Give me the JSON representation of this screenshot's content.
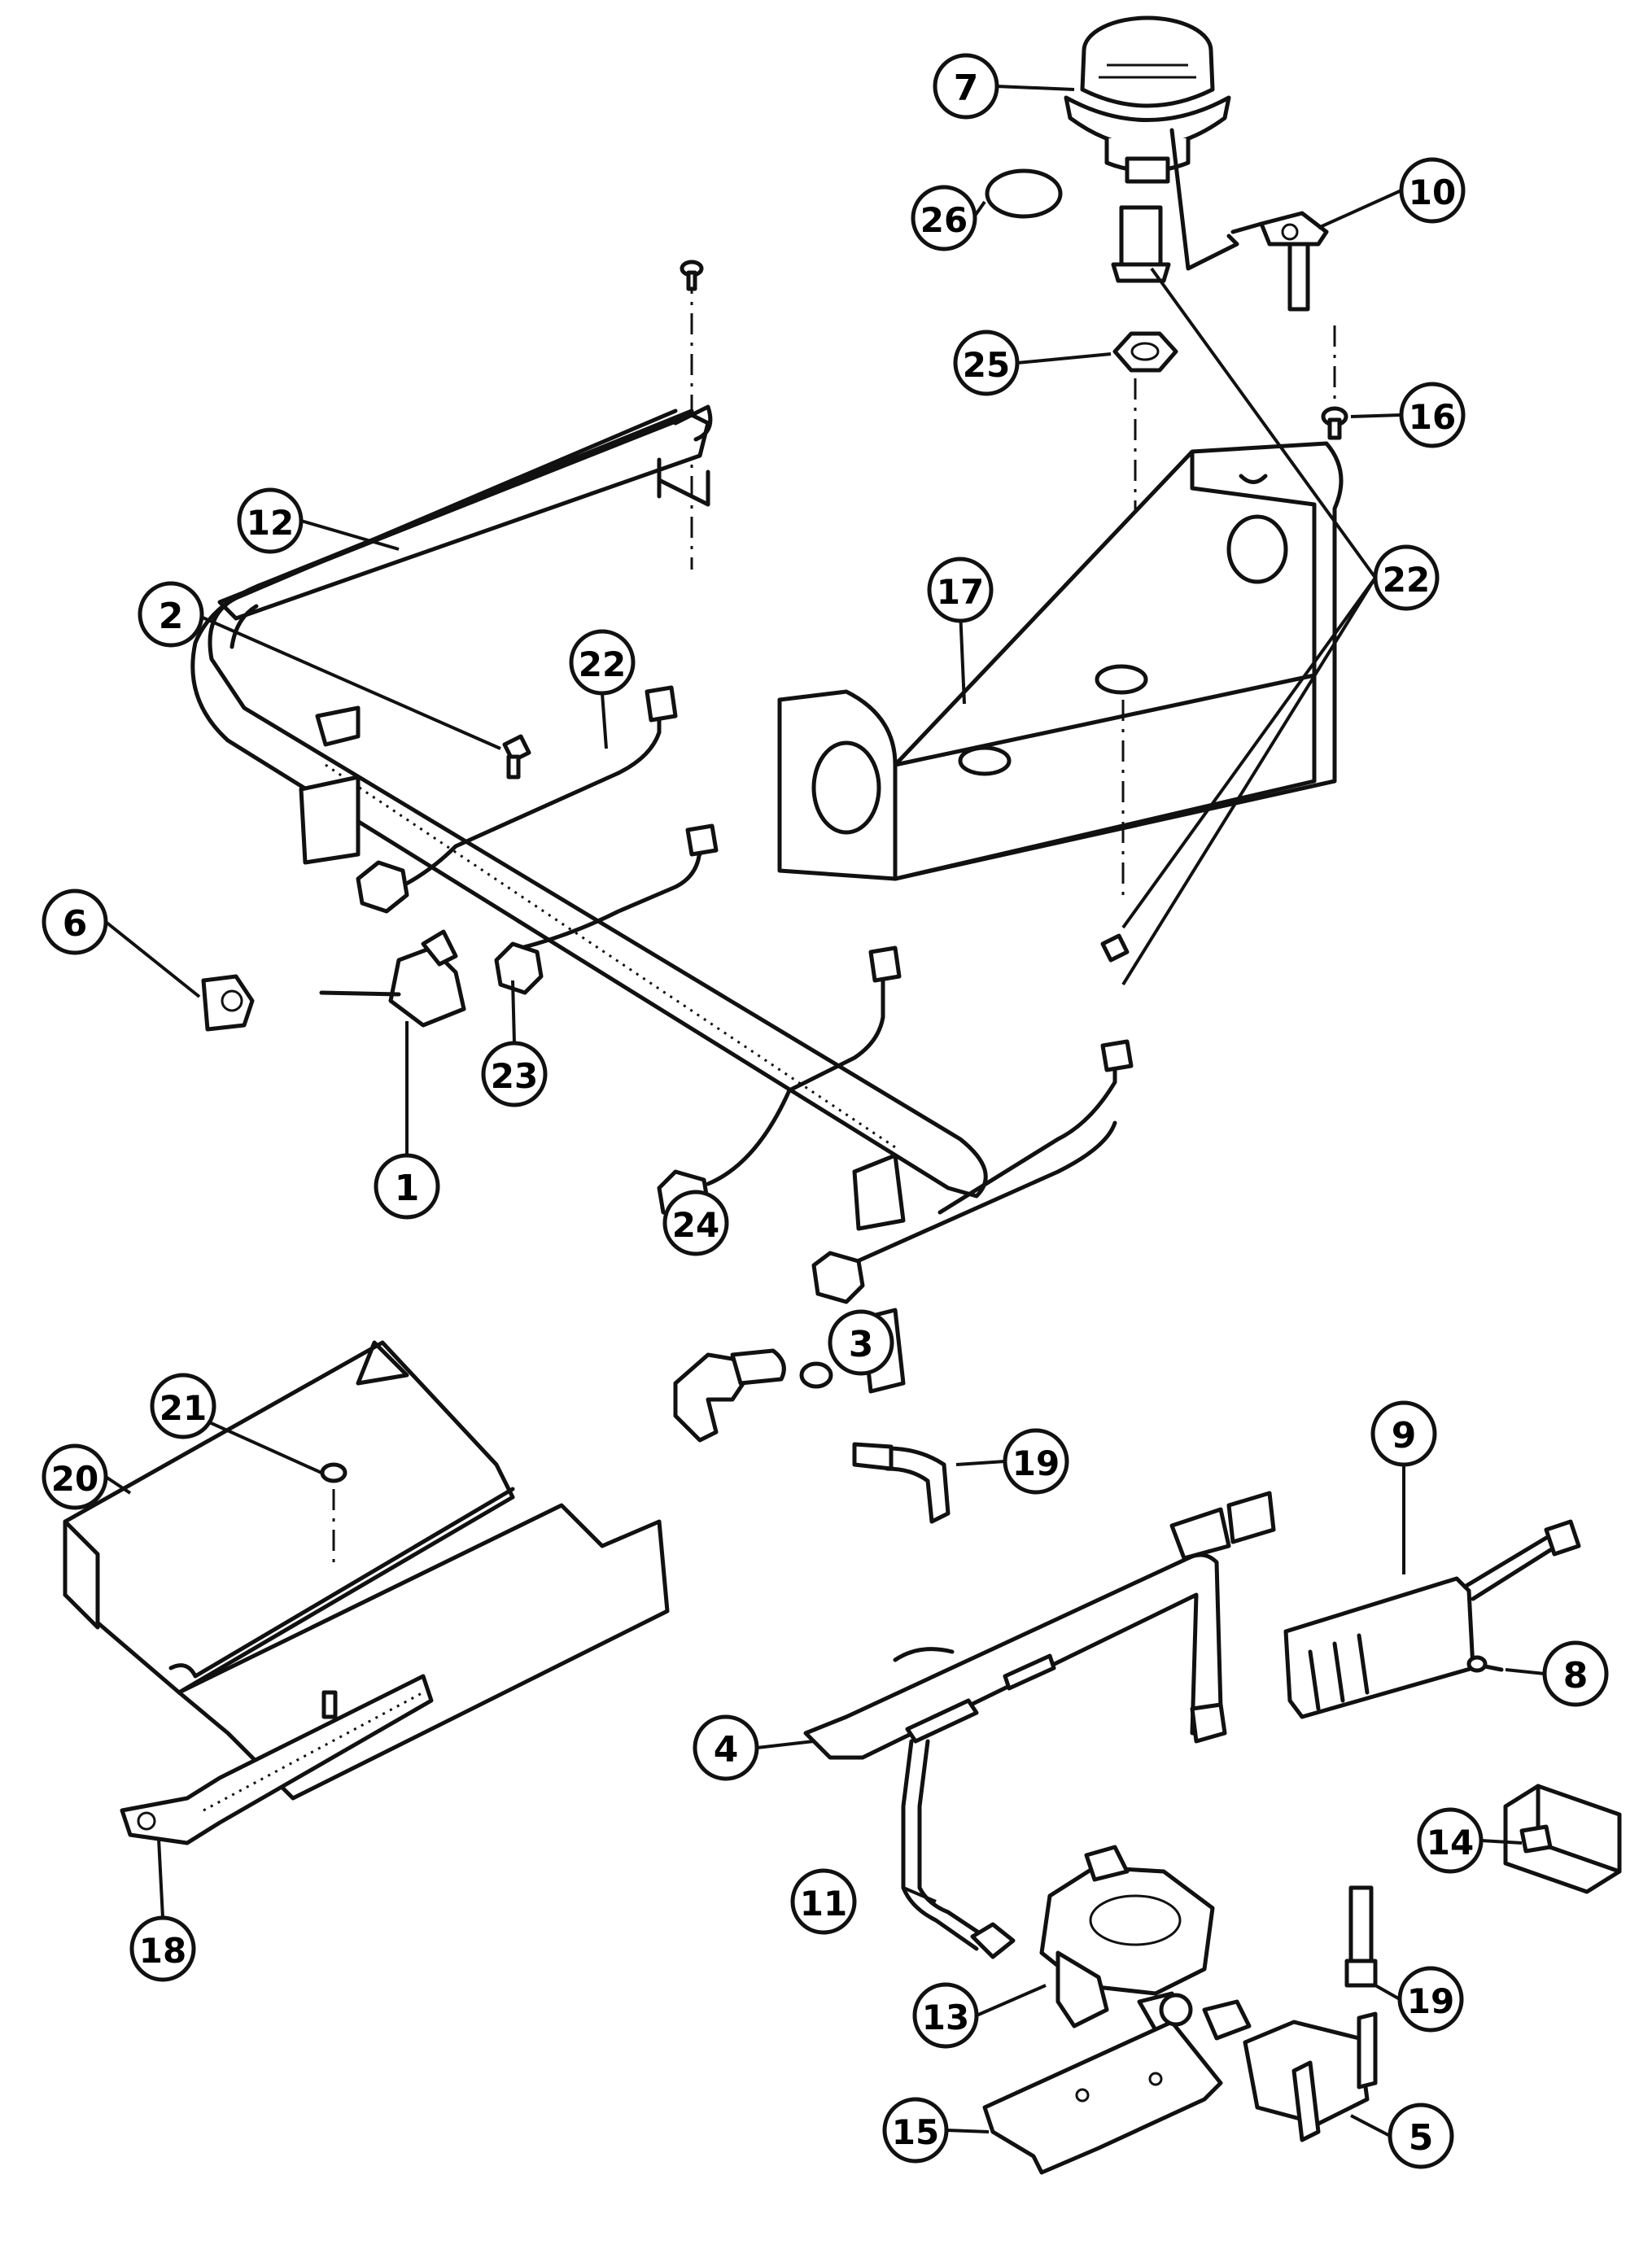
{
  "diagram": {
    "callouts": [
      {
        "id": "c7",
        "label": "7"
      },
      {
        "id": "c26",
        "label": "26"
      },
      {
        "id": "c10",
        "label": "10"
      },
      {
        "id": "c25",
        "label": "25"
      },
      {
        "id": "c16",
        "label": "16"
      },
      {
        "id": "c12",
        "label": "12"
      },
      {
        "id": "c22a",
        "label": "22"
      },
      {
        "id": "c2",
        "label": "2"
      },
      {
        "id": "c17",
        "label": "17"
      },
      {
        "id": "c22b",
        "label": "22"
      },
      {
        "id": "c6",
        "label": "6"
      },
      {
        "id": "c23",
        "label": "23"
      },
      {
        "id": "c1",
        "label": "1"
      },
      {
        "id": "c24",
        "label": "24"
      },
      {
        "id": "c3",
        "label": "3"
      },
      {
        "id": "c21",
        "label": "21"
      },
      {
        "id": "c20",
        "label": "20"
      },
      {
        "id": "c19a",
        "label": "19"
      },
      {
        "id": "c9",
        "label": "9"
      },
      {
        "id": "c8",
        "label": "8"
      },
      {
        "id": "c4",
        "label": "4"
      },
      {
        "id": "c14",
        "label": "14"
      },
      {
        "id": "c18",
        "label": "18"
      },
      {
        "id": "c11",
        "label": "11"
      },
      {
        "id": "c13",
        "label": "13"
      },
      {
        "id": "c19b",
        "label": "19"
      },
      {
        "id": "c15",
        "label": "15"
      },
      {
        "id": "c5",
        "label": "5"
      }
    ]
  }
}
